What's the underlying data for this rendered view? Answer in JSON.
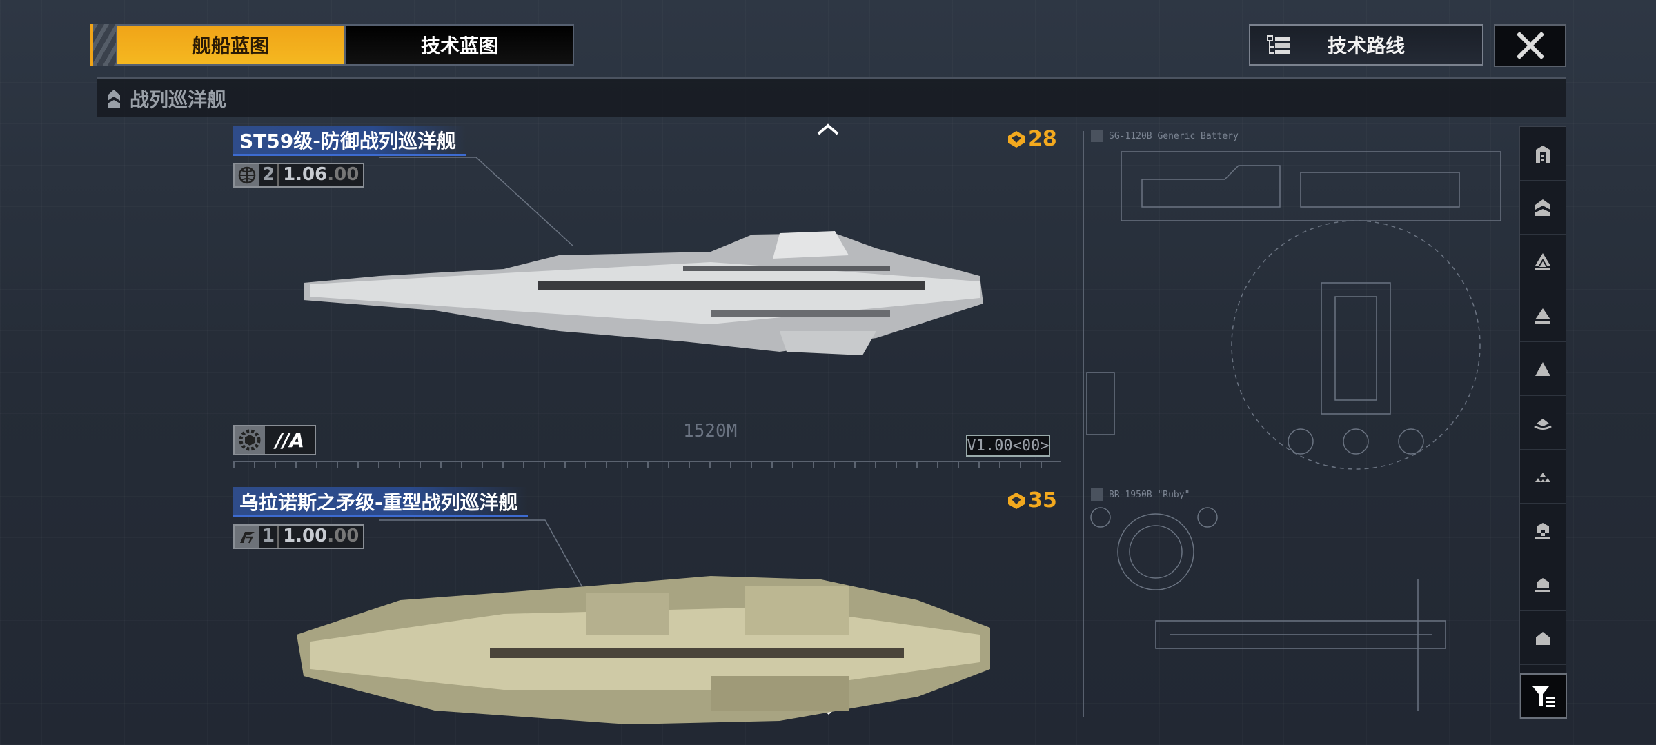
{
  "tabs": [
    {
      "label": "舰船蓝图",
      "active": true
    },
    {
      "label": "技术蓝图",
      "active": false
    }
  ],
  "tech_route_button": {
    "label": "技术路线",
    "icon": "tree-list-icon"
  },
  "close_button": {
    "icon": "close-icon"
  },
  "category": {
    "label": "战列巡洋舰",
    "icon": "battlecruiser-icon"
  },
  "ships": [
    {
      "name": "ST59级-防御战列巡洋舰",
      "faction_icon": "globe-icon",
      "count": "2",
      "version": "1.06",
      "version_suffix": ".00",
      "cost": "28",
      "cost_icon": "command-point-icon",
      "grade": "//A",
      "grade_icon": "gear-shield-icon",
      "length": "1520M",
      "blueprint_version": "V1.00<00>",
      "color": "#d8dadc"
    },
    {
      "name": "乌拉诺斯之矛级-重型战列巡洋舰",
      "faction_icon": "faction-emblem-icon",
      "count": "1",
      "version": "1.00",
      "version_suffix": ".00",
      "cost": "35",
      "cost_icon": "command-point-icon",
      "color": "#c9c4a2"
    }
  ],
  "blueprints": [
    {
      "label": "SG-1120B Generic Battery"
    },
    {
      "label": "BR-1950B \"Ruby\""
    }
  ],
  "sidebar": {
    "items": [
      "all-icon",
      "battlecruiser-icon",
      "carrier-icon",
      "cruiser-icon",
      "frigate-icon",
      "corvette-icon",
      "fighter-icon",
      "auxiliary-icon",
      "destroyer-icon",
      "other-icon"
    ],
    "filter_icon": "filter-icon"
  },
  "colors": {
    "accent": "#f0a418",
    "title_blue": "#2f4c8a",
    "cost": "#f3a91e"
  }
}
